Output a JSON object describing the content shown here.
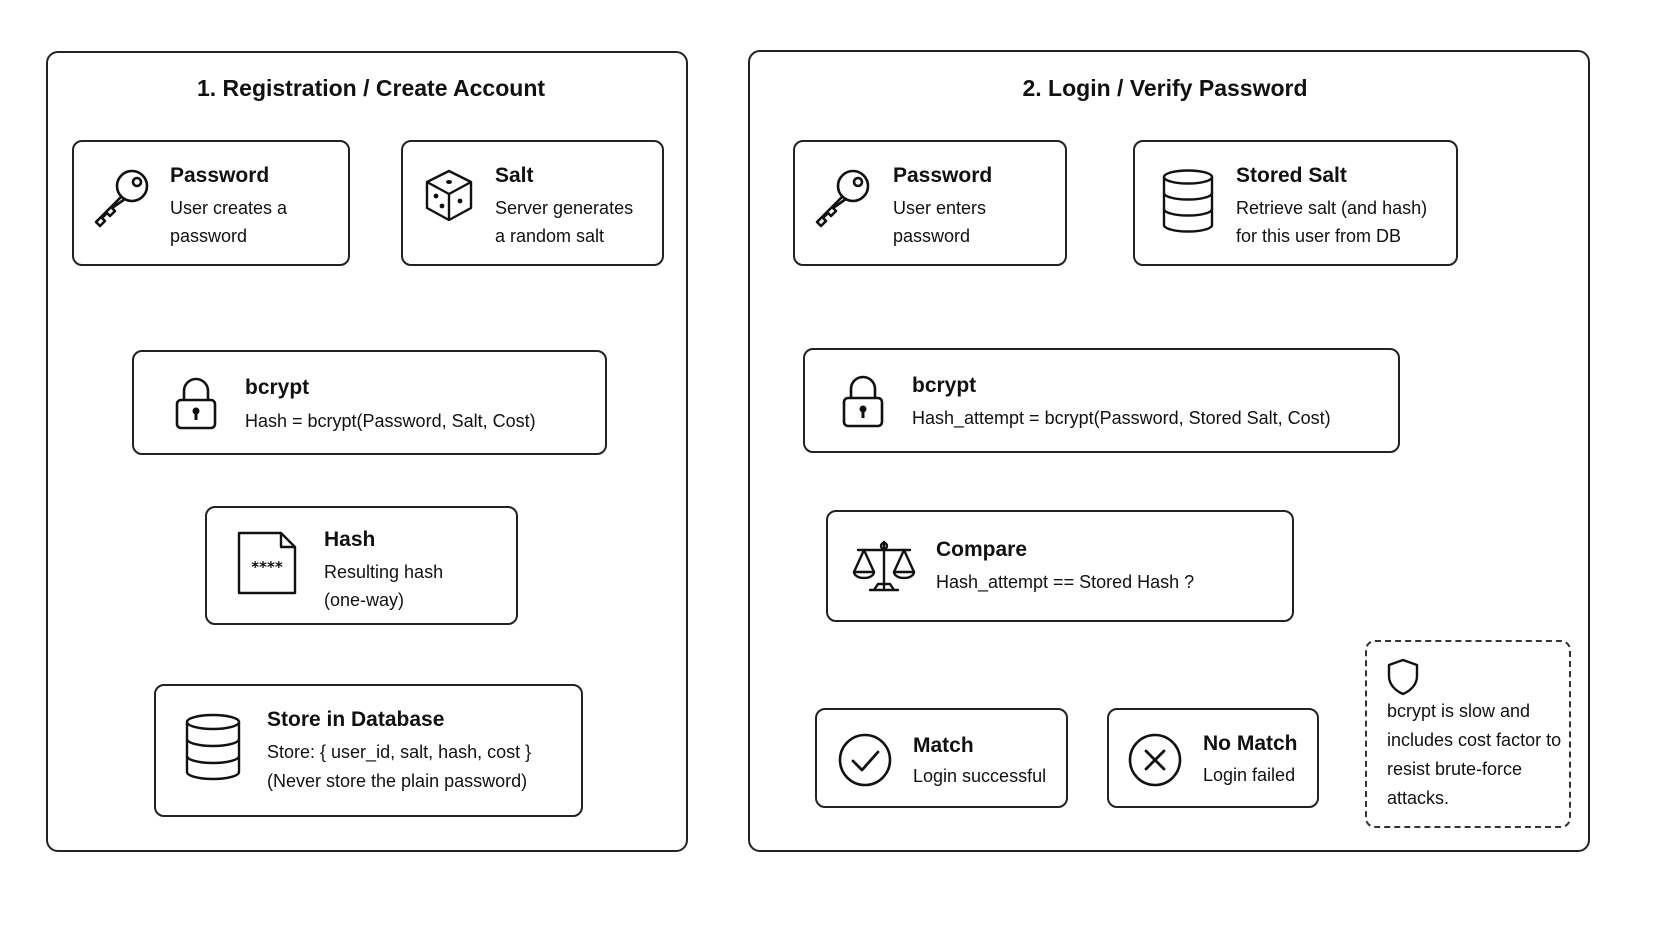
{
  "left_panel": {
    "title": "1. Registration / Create Account",
    "password": {
      "title": "Password",
      "line1": "User creates a",
      "line2": "password",
      "icon": "key-icon"
    },
    "salt": {
      "title": "Salt",
      "line1": "Server generates",
      "line2": "a random salt",
      "icon": "dice-icon"
    },
    "bcrypt": {
      "title": "bcrypt",
      "line1": "Hash = bcrypt(Password, Salt, Cost)",
      "icon": "lock-icon"
    },
    "hash": {
      "title": "Hash",
      "line1": "Resulting hash",
      "line2": "(one-way)",
      "icon": "file-icon",
      "icon_text": "****"
    },
    "store": {
      "title": "Store in Database",
      "line1": "Store: { user_id, salt, hash, cost }",
      "line2": "(Never store the plain password)",
      "icon": "database-icon"
    }
  },
  "right_panel": {
    "title": "2. Login / Verify Password",
    "password": {
      "title": "Password",
      "line1": "User enters",
      "line2": "password",
      "icon": "key-icon"
    },
    "stored_salt": {
      "title": "Stored Salt",
      "line1": "Retrieve salt (and hash)",
      "line2": "for this user from DB",
      "icon": "database-icon"
    },
    "bcrypt": {
      "title": "bcrypt",
      "line1": "Hash_attempt = bcrypt(Password, Stored Salt, Cost)",
      "icon": "lock-icon"
    },
    "compare": {
      "title": "Compare",
      "line1": "Hash_attempt == Stored Hash ?",
      "icon": "scale-icon"
    },
    "match": {
      "title": "Match",
      "line1": "Login successful",
      "icon": "check-circle-icon"
    },
    "no_match": {
      "title": "No Match",
      "line1": "Login failed",
      "icon": "x-circle-icon"
    },
    "note": {
      "text": "bcrypt is slow and includes cost factor to resist brute-force attacks.",
      "icon": "shield-icon"
    }
  }
}
